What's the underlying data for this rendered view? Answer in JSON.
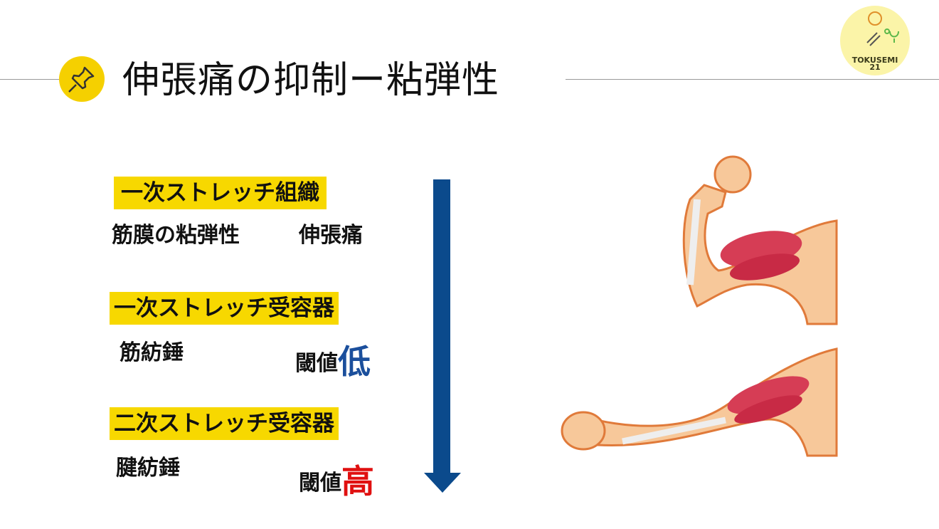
{
  "title": "伸張痛の抑制ー粘弾性",
  "logo": {
    "text1": "TOKUSEMI",
    "text2": "21"
  },
  "sections": [
    {
      "heading": "一次ストレッチ組織",
      "left": "筋膜の粘弾性",
      "right": "伸張痛"
    },
    {
      "heading": "一次ストレッチ受容器",
      "left": "筋紡錘",
      "right": "閾値",
      "level": "低",
      "level_color": "#1b4f9c"
    },
    {
      "heading": "二次ストレッチ受容器",
      "left": "腱紡錘",
      "right": "閾値",
      "level": "高",
      "level_color": "#e01010"
    }
  ],
  "colors": {
    "accent": "#f7d800",
    "arrow": "#0b4a8c"
  }
}
